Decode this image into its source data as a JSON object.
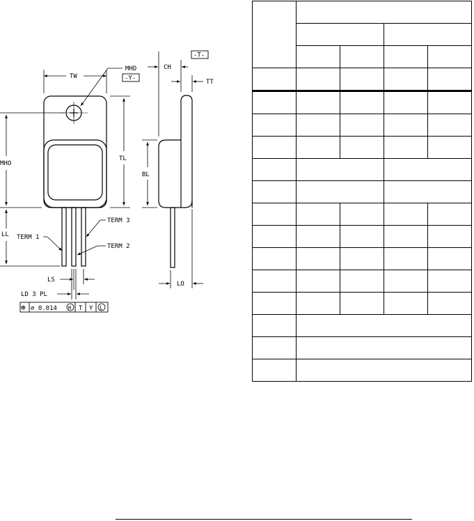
{
  "drawing": {
    "labels": {
      "tw": "TW",
      "mhd": "MHD",
      "datum_y": "-Y-",
      "mho": "MHO",
      "tl": "TL",
      "ll": "LL",
      "term1": "TERM 1",
      "term2": "TERM 2",
      "term3": "TERM 3",
      "ls": "LS",
      "ld": "LD 3 PL",
      "ch": "CH",
      "datum_t": "-T-",
      "tt": "TT",
      "bl": "BL",
      "lo": "LO"
    },
    "fcf": {
      "position_symbol": "⊕",
      "tolerance": "⌀ 0.014",
      "modifier_m": "M",
      "datum_1": "T",
      "datum_2": "Y",
      "datum_3": "L"
    }
  },
  "table": {
    "rows": [
      {
        "cells": 2
      },
      {
        "cells": 3
      },
      {
        "cells": 5
      },
      {
        "cells": 5,
        "heavy": true
      },
      {
        "cells": 5
      },
      {
        "cells": 5
      },
      {
        "cells": 5
      },
      {
        "cells": 3
      },
      {
        "cells": 3
      },
      {
        "cells": 5
      },
      {
        "cells": 5
      },
      {
        "cells": 5
      },
      {
        "cells": 5
      },
      {
        "cells": 5
      },
      {
        "cells": 2
      },
      {
        "cells": 2
      },
      {
        "cells": 2
      }
    ]
  }
}
